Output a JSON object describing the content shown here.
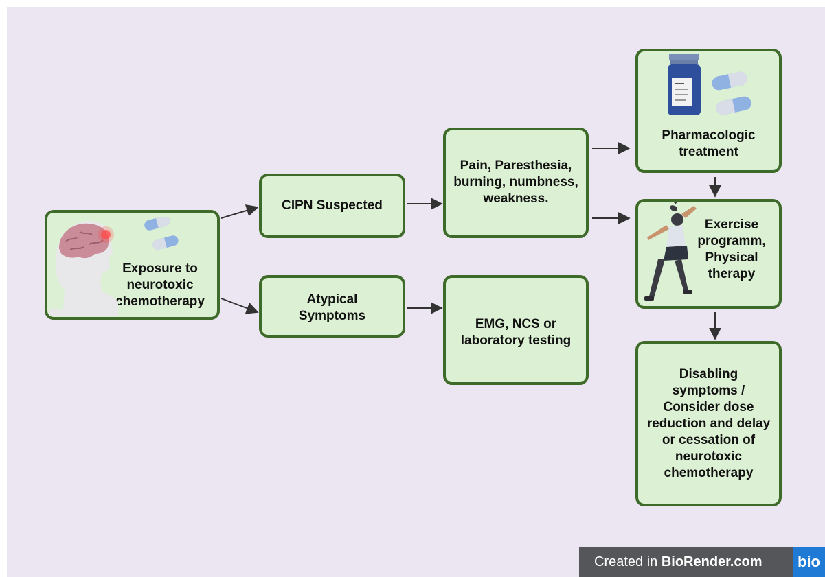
{
  "nodes": {
    "exposure": "Exposure to\nneurotoxic\nchemotherapy",
    "cipn": "CIPN Suspected",
    "atypical": "Atypical\nSymptoms",
    "pain": "Pain, Paresthesia,\nburning, numbness,\nweakness.",
    "emg": "EMG, NCS or\nlaboratory testing",
    "pharma": "Pharmacologic\ntreatment",
    "exercise": "Exercise\nprogramm,\nPhysical\ntherapy",
    "disabling": "Disabling\nsymptoms /\nConsider dose\nreduction and delay\nor cessation of\nneurotoxic\nchemotherapy"
  },
  "badge": {
    "prefix": "Created in ",
    "brand": "BioRender.com",
    "logo": "bio"
  },
  "colors": {
    "background": "#ece6f2",
    "node_fill": "#dcf0d4",
    "node_border": "#3f6b2a",
    "arrow": "#333333",
    "pill_blue": "#8fb2e3"
  },
  "icons": [
    "brain-head-icon",
    "pills-icon",
    "pill-bottle-icon",
    "exercise-person-icon"
  ]
}
